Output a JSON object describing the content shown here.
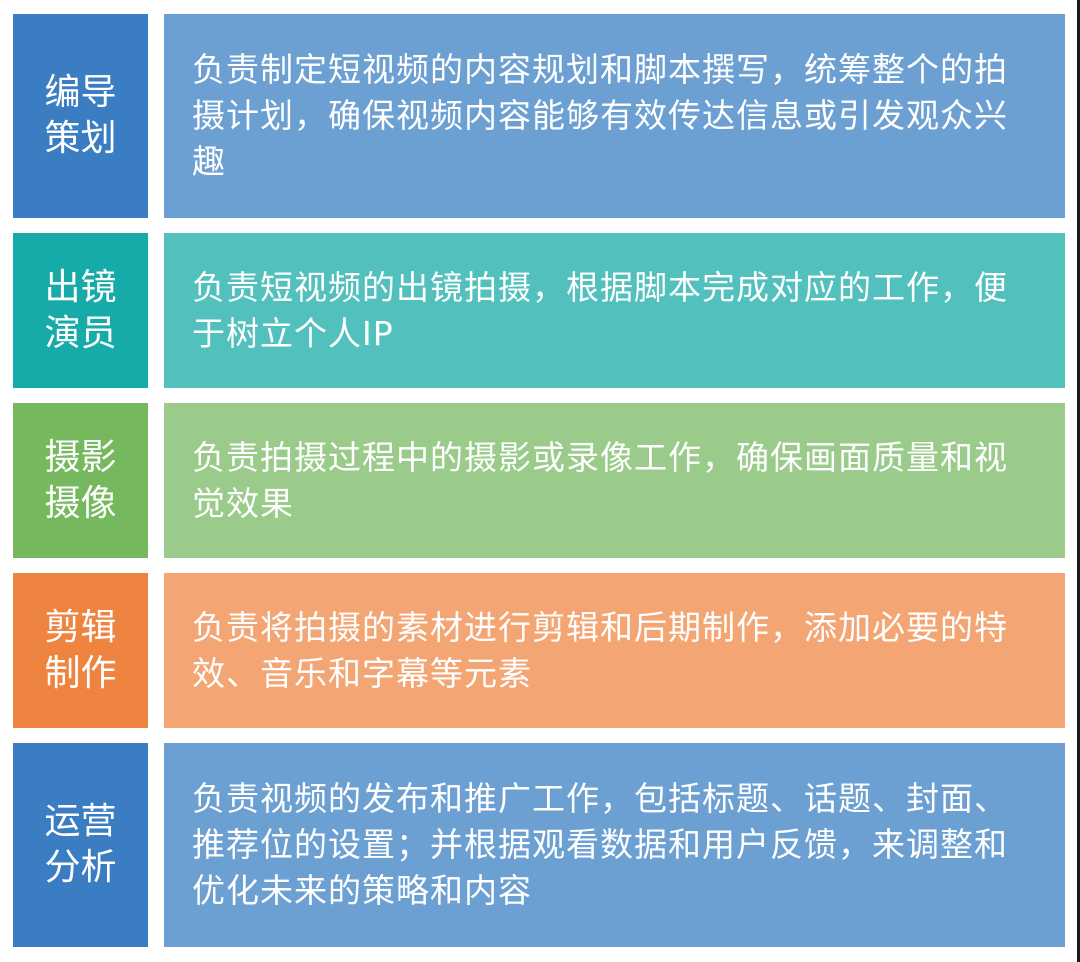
{
  "roles": [
    {
      "label_lines": [
        "编导",
        "策划"
      ],
      "description": "负责制定短视频的内容规划和脚本撰写，统筹整个的拍摄计划，确保视频内容能够有效传达信息或引发观众兴趣",
      "label_color": "#3b7dc2",
      "desc_color": "#6c9fd2"
    },
    {
      "label_lines": [
        "出镜",
        "演员"
      ],
      "description": "负责短视频的出镜拍摄，根据脚本完成对应的工作，便于树立个人IP",
      "label_color": "#16aba8",
      "desc_color": "#52c1bd"
    },
    {
      "label_lines": [
        "摄影",
        "摄像"
      ],
      "description": "负责拍摄过程中的摄影或录像工作，确保画面质量和视觉效果",
      "label_color": "#75b85e",
      "desc_color": "#9acb8a"
    },
    {
      "label_lines": [
        "剪辑",
        "制作"
      ],
      "description": "负责将拍摄的素材进行剪辑和后期制作，添加必要的特效、音乐和字幕等元素",
      "label_color": "#ee843f",
      "desc_color": "#f3a574"
    },
    {
      "label_lines": [
        "运营",
        "分析"
      ],
      "description": "负责视频的发布和推广工作，包括标题、话题、封面、推荐位的设置；并根据观看数据和用户反馈，来调整和优化未来的策略和内容",
      "label_color": "#3b7dc2",
      "desc_color": "#6c9fd2"
    }
  ]
}
